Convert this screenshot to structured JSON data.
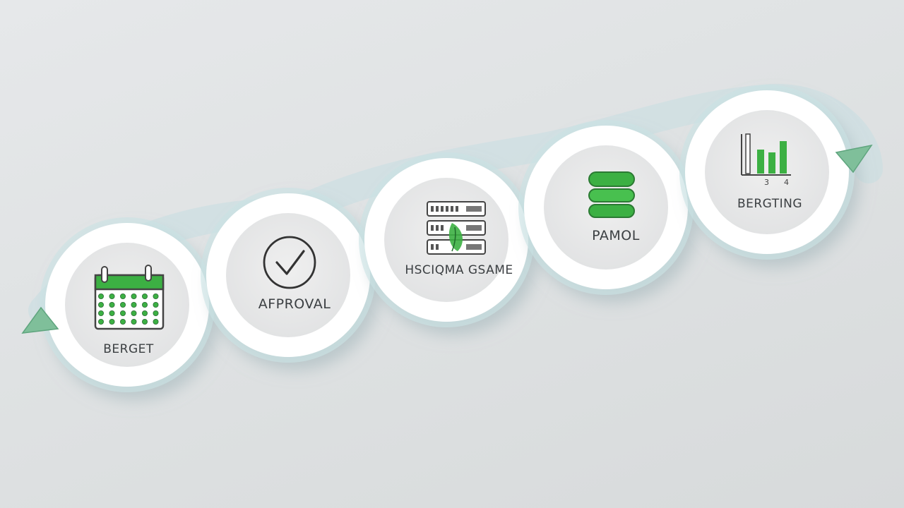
{
  "steps": [
    {
      "label": "BERGET",
      "icon": "calendar-icon"
    },
    {
      "label": "AFPROVAL",
      "icon": "checkmark-icon"
    },
    {
      "label": "HSCIQMA GSAME",
      "icon": "server-rack-icon"
    },
    {
      "label": "PAMOL",
      "icon": "database-stack-icon"
    },
    {
      "label": "BERGTING",
      "icon": "bar-chart-icon"
    }
  ],
  "chart_ticks": [
    "3",
    "4"
  ],
  "colors": {
    "accent_green": "#3cb043",
    "ring_teal": "#bcd9dc",
    "arrow_green": "#7fbf9a",
    "disc_white": "#ffffff",
    "inner_grey": "#e9e9ea"
  }
}
